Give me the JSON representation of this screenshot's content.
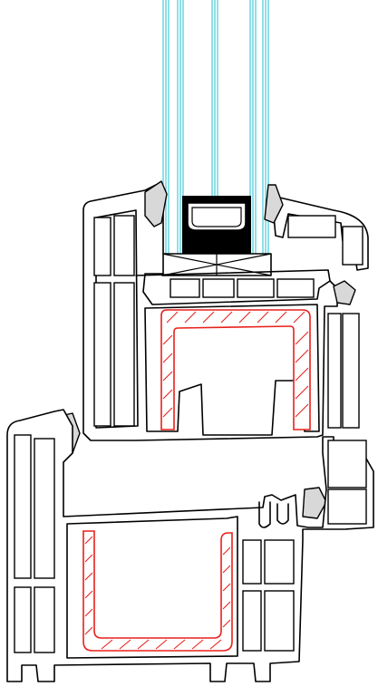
{
  "diagram": {
    "colors": {
      "outline": "#000000",
      "glazing": "#33c6d6",
      "steel_reinforcement": "#e8211c",
      "gasket": "#d8d8d8",
      "spacer_fill": "#000000",
      "background": "#ffffff"
    },
    "components": [
      "glass-pane",
      "spacer-bar",
      "glazing-block",
      "glazing-bead",
      "sash-profile",
      "sash-steel-reinforcement",
      "frame-profile",
      "frame-steel-reinforcement",
      "gaskets"
    ],
    "glass_panes": 3
  }
}
